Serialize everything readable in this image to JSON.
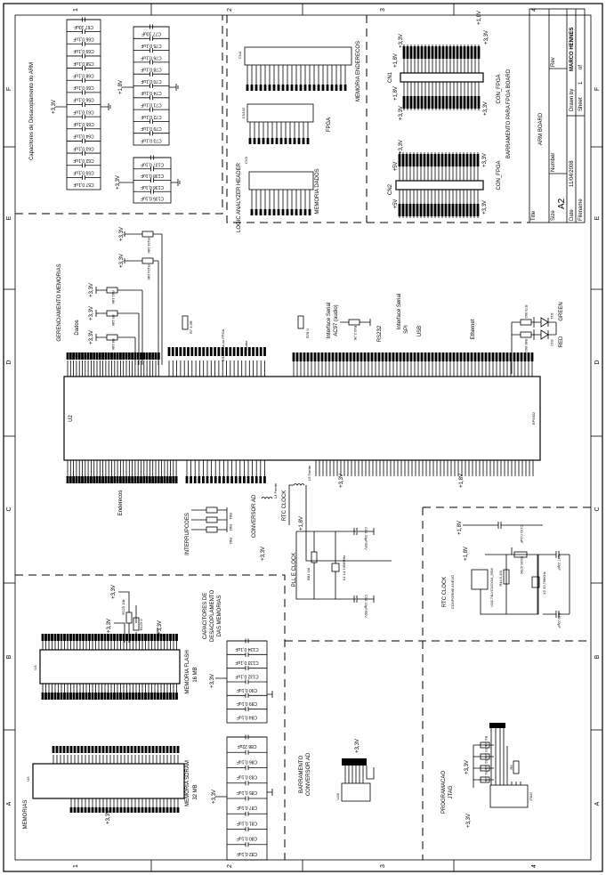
{
  "frame": {
    "columns": [
      "1",
      "2",
      "3",
      "4"
    ],
    "rows": [
      "F",
      "E",
      "D",
      "C",
      "B",
      "A"
    ]
  },
  "title_block": {
    "title_label": "Title",
    "title": "ARM BOARD",
    "size_label": "Size",
    "size": "A2",
    "number_label": "Number",
    "rev_label": "Rev",
    "date_label": "Date",
    "date": "11/04/2008",
    "drawn_by_label": "Drawn by",
    "drawn_by": "MARCO HENNES",
    "filename_label": "Filename",
    "sheet_label": "Sheet",
    "sheet": "1",
    "of_label": "of"
  },
  "decoupling_arm": {
    "title": "Capacitores de Desacoplamento do ARM",
    "rail_a": "+3,3V",
    "rail_b": "+1,8V",
    "rail_c": "+3,3V",
    "group_a": [
      "C67 10uF",
      "C66 0,1uF",
      "C69 0,1uF",
      "C58 0,1uF",
      "C68 0,1uF",
      "C60 0,1uF",
      "C56 0,1uF",
      "C61 0,1uF",
      "C65 0,1uF",
      "C64 0,1uF",
      "C63 0,1uF",
      "C62 0,1uF",
      "C59 0,1uF",
      "C57 0,1uF"
    ],
    "group_b": [
      "C77 10uF",
      "C75 0,1uF",
      "C76 0,1uF",
      "C78 0,1uF",
      "C70 0,1uF",
      "C74 0,1uF",
      "C71 0,1uF",
      "C72 0,1uF",
      "C79 0,1uF",
      "C73 0,1uF"
    ],
    "group_c": [
      "C137 0,1uF",
      "C138 0,1uF",
      "C136 0,1uF",
      "C135 0,1uF"
    ]
  },
  "logic_analyzer": {
    "title": "LOGIC ANALYZER HEADER",
    "cn4": "CN4",
    "cn102": "CN102",
    "cn3": "CN3",
    "memoria_enderecos": "MEMORIA ENDERECOS",
    "fpga": "FPGA",
    "memoria_dados": "MEMORIA DADOS"
  },
  "fpga_bus": {
    "title": "BARRAMENTO PARA FPGA BOARD",
    "cn1": "CN1",
    "cn2": "CN2",
    "con_fpga_1": "CON_FPGA",
    "con_fpga_2": "CON_FPGA",
    "rails": [
      "+3,3V",
      "+1,8V",
      "+1,8V",
      "+3,3V",
      "+3,3V",
      "+1,8V",
      "+3,3V",
      "+5V",
      "+3,3V",
      "+3,3V",
      "+5V",
      "+3,3V"
    ]
  },
  "processor": {
    "ref": "U2",
    "part": "EP9302",
    "gerenciamento": "GERENCIAMENTO MEMORIAS",
    "dados": "Dados",
    "enderecos": "Enderecos",
    "interrupcoes": "INTERRUPCOES",
    "conversor_ad": "CONVERSOR AD",
    "rtc_clock": "RTC CLOCK",
    "ac97": "Interface Serial",
    "ac97_b": "AC97 (audio)",
    "rs232": "RS232",
    "spi": "Interface Serial",
    "spi_b": "SPI",
    "usb": "USB",
    "ethernet": "Ethernet",
    "rs232_fpga": "RS232 Via ou FPGA",
    "audio": "Audio",
    "led_red": "RED",
    "led_green": "GREEN",
    "d11": "D11",
    "d12": "D12",
    "r79": "R79 562",
    "r80": "R80 562",
    "r131": "R131 18K",
    "r124": "R124 18K",
    "r42": "R42 18K",
    "r9": "R9 18K",
    "r8": "R8 18K",
    "r7": "R7 3,3R",
    "r78": "R78 0",
    "r43": "R43 2,2K",
    "r84": "R84",
    "r83": "R83",
    "r82": "R82",
    "l4": "L4 Ferrite",
    "l5": "L5 Ferrite",
    "v33a": "+3,3V",
    "v33b": "+3,3V",
    "v18a": "+1,8V",
    "v18b": "+1,8V",
    "v33c": "+3,3V",
    "v33d": "+3,3V",
    "v33e": "+3,3V",
    "v33f": "+3,3V",
    "v33g": "+3,3V"
  },
  "memories": {
    "title": "MEMORIAS",
    "u4": "U4",
    "flash": "MEMORIA FLASH",
    "flash_size": "16 MB",
    "u5": "U5",
    "sdram": "MEMORIA SDRAM",
    "sdram_size": "32 MB",
    "r125": "R125 10k",
    "r123": "R123 0",
    "v33a": "+3,3V",
    "v33b": "+3,3V",
    "v33c": "+3,3V",
    "v33d": "+3,3V",
    "caps_title_1": "CAPACITORES DE",
    "caps_title_2": "DESACOPLAMENTO",
    "caps_title_3": "DAS MEMORIAS",
    "cap_rail_a": "+3,3V",
    "cap_rail_b": "+3,3V",
    "caps_a": [
      "C134 0,1uF",
      "C133 0,1uF",
      "C132 0,1uF",
      "C90 0,1uF",
      "C89 0,1uF",
      "C84 0,1uF"
    ],
    "caps_b": [
      "C88 22uF",
      "C86 0,1uF",
      "C83 0,1uF",
      "C85 0,1uF",
      "C87 0,1uF",
      "C81 0,1uF",
      "C80 0,1uF",
      "C82 0,1uF"
    ]
  },
  "pll": {
    "title": "PLL E CLOCK",
    "r81": "R81 1M",
    "c51": "C51 33pF/50V",
    "c52": "C52 33pF/50V",
    "x1": "X1 14,7456MHz",
    "v18": "+1,8V"
  },
  "rtc": {
    "title": "RTC CLOCK",
    "subtitle": "CONFORME ANEXO",
    "u16": "U16 74LVC1GX04_3SM",
    "r44": "R44 5,1M",
    "r136": "R136 475K",
    "c47": "C47 22pF",
    "c43": "C43 22pF",
    "c131": "C131 0,1uF",
    "x2": "X2 32,768KHz",
    "v18a": "+1,8V",
    "v18b": "+1,8V"
  },
  "ad_bus": {
    "title_1": "BARRAMENTO",
    "title_2": "CONVERSOR AD",
    "ref": "U28",
    "v33": "+3,3V"
  },
  "jtag": {
    "title_1": "PROGRAMACAO",
    "title_2": "JTAG",
    "ref": "JTAG",
    "resistors": [
      "R4 10k",
      "R3 10k",
      "R2 10k",
      "R1 10k"
    ],
    "r6": "R6",
    "v33a": "+3,3V",
    "v33b": "+3,3V"
  }
}
